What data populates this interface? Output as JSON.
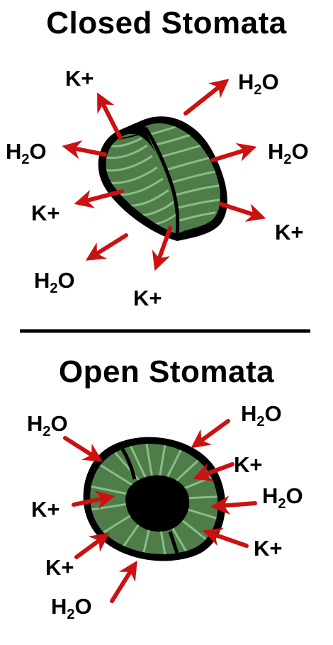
{
  "closed": {
    "title": "Closed Stomata",
    "labels": [
      "K+",
      "H",
      "2",
      "O",
      "H",
      "2",
      "O",
      "H",
      "2",
      "O",
      "K+",
      "K+",
      "H",
      "2",
      "O",
      "K+"
    ]
  },
  "open": {
    "title": "Open Stomata",
    "labels": [
      "H",
      "2",
      "O",
      "H",
      "2",
      "O",
      "K+",
      "H",
      "2",
      "O",
      "K+",
      "K+",
      "K+",
      "H",
      "2",
      "O"
    ]
  },
  "colors": {
    "arrow": "#cc1111",
    "cell": "#4e7d4a",
    "cell_stripe": "#8bbd86",
    "outline": "#000000"
  }
}
